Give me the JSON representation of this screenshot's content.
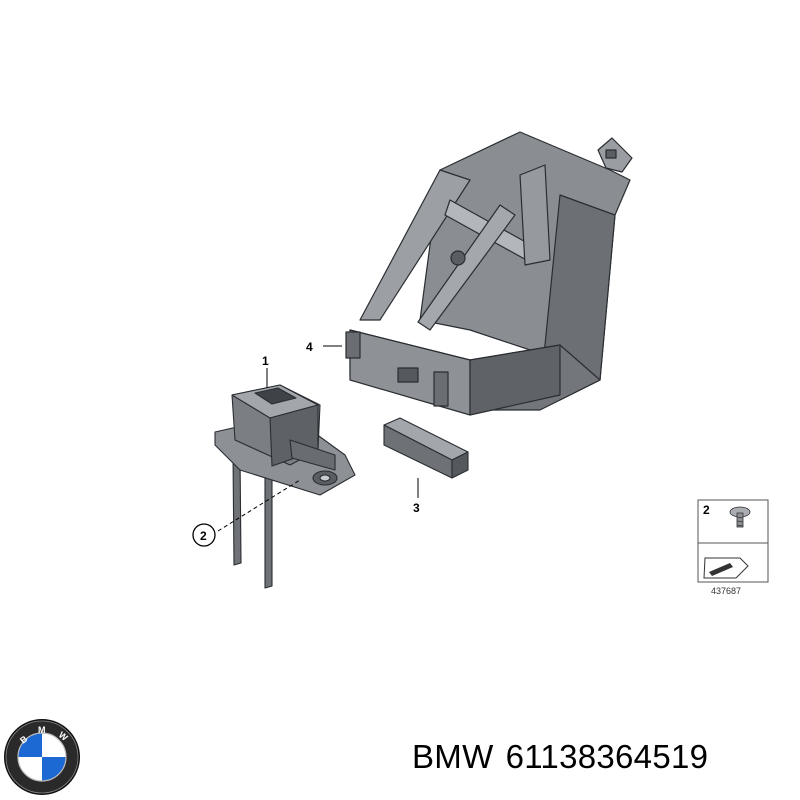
{
  "callouts": {
    "part1": "1",
    "part2": "2",
    "part3": "3",
    "part4": "4"
  },
  "legend": {
    "item_number": "2",
    "reference_number": "437687"
  },
  "logo": {
    "brand_letters": "BMW",
    "colors": {
      "blue": "#1c69d4",
      "ring": "#111111",
      "white": "#ffffff"
    }
  },
  "caption": {
    "brand": "BMW",
    "part_number": "61138364519"
  },
  "colors": {
    "part_fill": "#7d8186",
    "part_light": "#a9adb2",
    "part_dark": "#4d5156",
    "line": "#222222"
  }
}
